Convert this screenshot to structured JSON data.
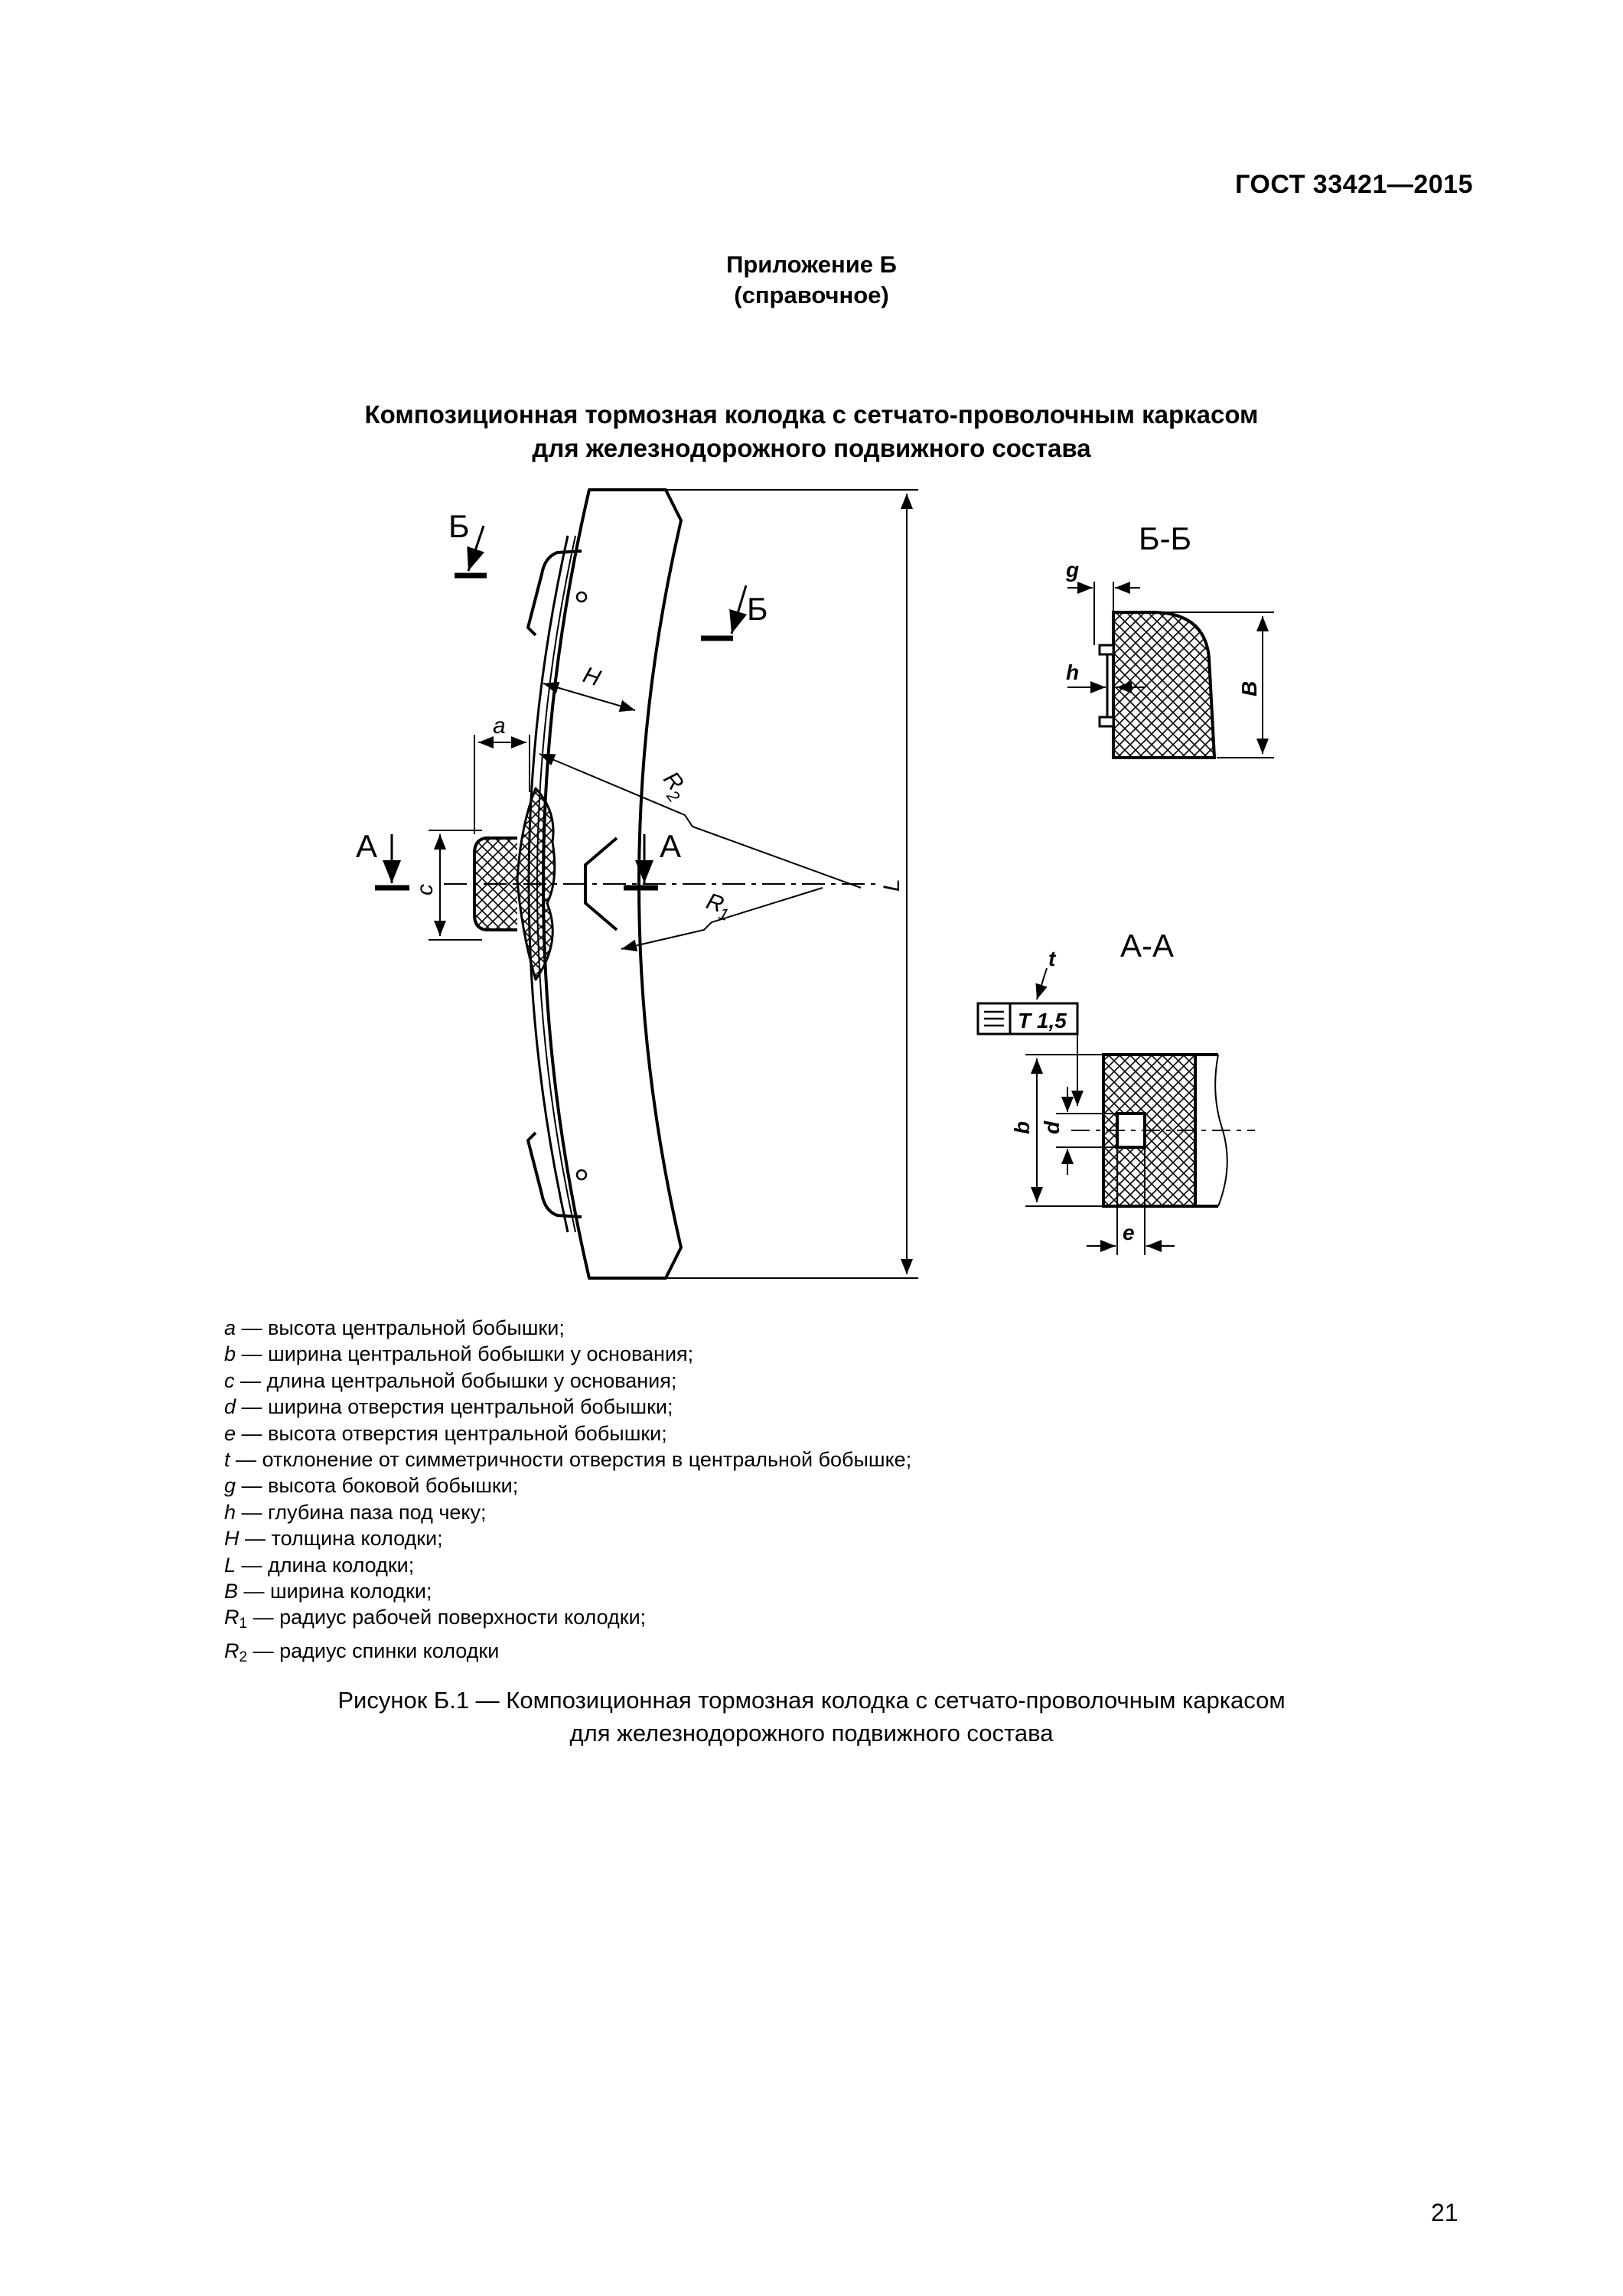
{
  "header": {
    "standard": "ГОСТ 33421—2015"
  },
  "annex": {
    "line1": "Приложение Б",
    "line2": "(справочное)"
  },
  "title": {
    "line1": "Композиционная тормозная колодка с сетчато-проволочным каркасом",
    "line2": "для железнодорожного подвижного состава"
  },
  "drawing": {
    "labels": {
      "section_b_mark": "Б",
      "section_a_mark": "А",
      "view_bb": "Б-Б",
      "view_aa": "А-А",
      "dim_H": "H",
      "dim_a": "a",
      "dim_c": "c",
      "dim_R1": "R",
      "dim_R1_sub": "1",
      "dim_R2": "R",
      "dim_R2_sub": "2",
      "dim_L": "L",
      "dim_g": "g",
      "dim_h": "h",
      "dim_B": "B",
      "dim_t": "t",
      "dim_b": "b",
      "dim_d": "d",
      "dim_e": "e",
      "tolerance_value": "T 1,5"
    }
  },
  "legend": [
    {
      "sym": "a",
      "sub": "",
      "text": " — высота центральной бобышки;"
    },
    {
      "sym": "b",
      "sub": "",
      "text": " — ширина центральной бобышки у основания;"
    },
    {
      "sym": "c",
      "sub": "",
      "text": " — длина центральной бобышки у основания;"
    },
    {
      "sym": "d",
      "sub": "",
      "text": " — ширина отверстия центральной бобышки;"
    },
    {
      "sym": "e",
      "sub": "",
      "text": " — высота отверстия центральной бобышки;"
    },
    {
      "sym": "t",
      "sub": "",
      "text": " — отклонение от симметричности отверстия в центральной бобышке;"
    },
    {
      "sym": "g",
      "sub": "",
      "text": " — высота боковой бобышки;"
    },
    {
      "sym": "h",
      "sub": "",
      "text": " — глубина паза под чеку;"
    },
    {
      "sym": "H",
      "sub": "",
      "text": " — толщина колодки;"
    },
    {
      "sym": "L",
      "sub": "",
      "text": " — длина колодки;"
    },
    {
      "sym": "B",
      "sub": "",
      "text": " — ширина колодки;"
    },
    {
      "sym": "R",
      "sub": "1",
      "text": " — радиус рабочей поверхности колодки;"
    },
    {
      "sym": "R",
      "sub": "2",
      "text": " — радиус спинки колодки"
    }
  ],
  "caption": {
    "line1": "Рисунок Б.1 — Композиционная тормозная колодка с сетчато-проволочным каркасом",
    "line2": "для железнодорожного подвижного состава"
  },
  "page_number": "21"
}
